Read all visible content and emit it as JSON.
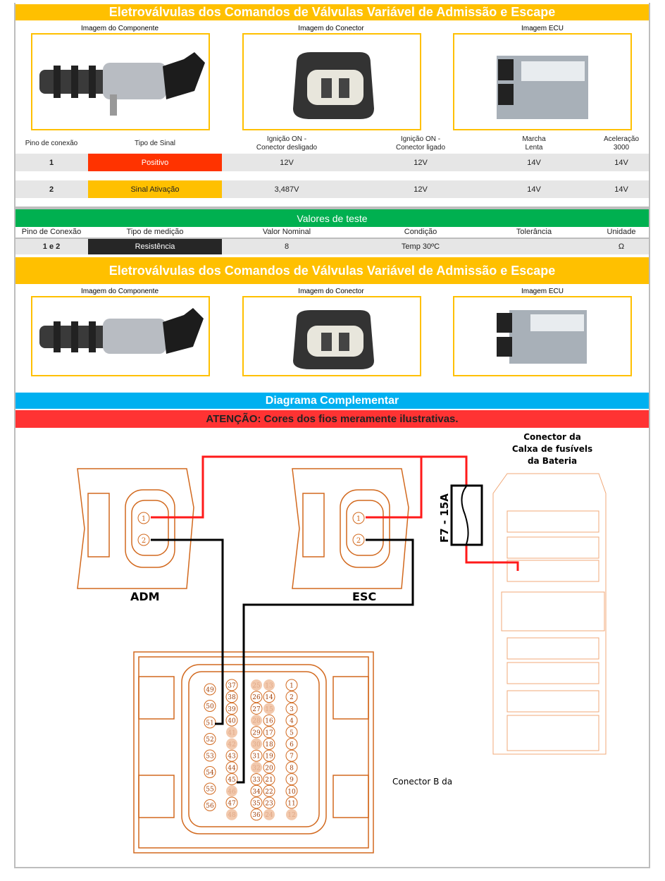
{
  "section1": {
    "title": "Eletroválvulas dos Comandos de Válvulas Variável de Admissão e Escape",
    "captions": [
      "Imagem do Componente",
      "Imagem do Conector",
      "Imagem ECU"
    ]
  },
  "signal_table": {
    "headers": [
      "Pino de conexão",
      "Tipo de Sinal",
      "Ignição ON -\nConector desligado",
      "Ignição ON -\nConector ligado",
      "Marcha\nLenta",
      "Aceleração\n3000"
    ],
    "rows": [
      {
        "pin": "1",
        "signal": "Positivo",
        "color": "#ff3300",
        "v1": "12V",
        "v2": "12V",
        "v3": "14V",
        "v4": "14V"
      },
      {
        "pin": "2",
        "signal": "Sinal Ativação",
        "color": "#ffc000",
        "v1": "3,487V",
        "v2": "12V",
        "v3": "14V",
        "v4": "14V"
      }
    ]
  },
  "test": {
    "title": "Valores de teste",
    "headers": [
      "Pino de Conexão",
      "Tipo de medição",
      "Valor Nominal",
      "Condição",
      "Tolerância",
      "Unidade"
    ],
    "row": {
      "pin": "1 e 2",
      "type": "Resistência",
      "nominal": "8",
      "condition": "Temp 30ºC",
      "tolerance": "",
      "unit": "Ω"
    }
  },
  "section2": {
    "title": "Eletroválvulas dos Comandos de Válvulas Variável de Admissão e Escape",
    "captions": [
      "Imagem do Componente",
      "Imagem do Conector",
      "Imagem ECU"
    ]
  },
  "diagram": {
    "title": "Diagrama Complementar",
    "warning": "ATENÇÃO: Cores dos fios meramente ilustrativas.",
    "adm_label": "ADM",
    "esc_label": "ESC",
    "fuse_label": "F7 - 15A",
    "fusebox_label": [
      "Conector da",
      "Calxa de fusívels",
      "da Bateria"
    ],
    "ecu_label": "Conector B da",
    "connector_pins": [
      "1",
      "2"
    ],
    "ecu_pins": {
      "colA": [
        "49",
        "50",
        "51",
        "52",
        "53",
        "54",
        "55",
        "56"
      ],
      "colB": [
        "37",
        "38",
        "39",
        "40",
        "41",
        "42",
        "43",
        "44",
        "45",
        "46",
        "47",
        "48"
      ],
      "colC": [
        "25",
        "26",
        "27",
        "28",
        "29",
        "30",
        "31",
        "32",
        "33",
        "34",
        "35",
        "36"
      ],
      "colD": [
        "13",
        "14",
        "15",
        "16",
        "17",
        "18",
        "19",
        "20",
        "21",
        "22",
        "23",
        "24"
      ],
      "colE": [
        "1",
        "2",
        "3",
        "4",
        "5",
        "6",
        "7",
        "8",
        "9",
        "10",
        "11",
        "12"
      ],
      "unused": [
        "41",
        "42",
        "46",
        "48",
        "25",
        "28",
        "30",
        "32",
        "13",
        "15",
        "24",
        "12"
      ]
    },
    "colors": {
      "wire_positive": "#ff1a1a",
      "wire_signal": "#000000",
      "outline": "#d2691e"
    }
  }
}
